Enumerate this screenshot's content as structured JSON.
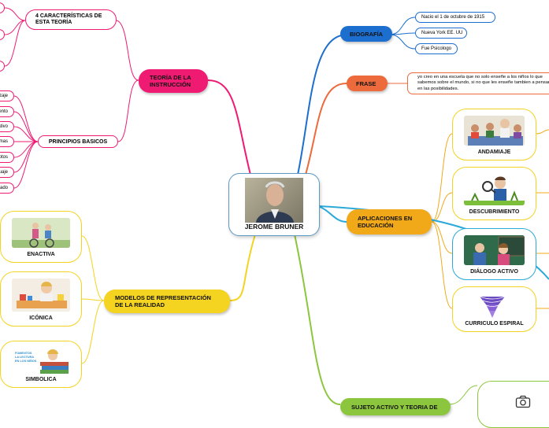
{
  "central": {
    "title": "JEROME BRUNER"
  },
  "biografia": {
    "label": "BIOGRAFÍA",
    "items": [
      "Nacio el 1 de octubre de 1915",
      "Nueva York EE. UU",
      "Fue Psicologo"
    ]
  },
  "frase": {
    "label": "FRASE",
    "text": "yo creo en una escuela que no solo enseñe a los niños lo que sabemos sobre el mundo, si no que les enseñe tambien a pensar en las posibilidades."
  },
  "aplicaciones": {
    "label": "APLICACIONES EN EDUCACIÓN",
    "cards": [
      "ANDAMIAJE",
      "DESCUBRIMIENTO",
      "DIÁLOGO ACTIVO",
      "CURRICULO ESPIRAL"
    ]
  },
  "sujeto": {
    "label": "SUJETO ACTIVO Y TEORIA DE"
  },
  "teoria": {
    "label": "TEORÍA DE LA INSTRUCCIÓN",
    "caracteristicas": "4 CARACTERÍSTICAS DE ESTA TEORÍA",
    "principios": "PRINCIPIOS BASICOS",
    "principios_items": [
      "izaje",
      "ento",
      "ativo",
      "mas",
      "ptos",
      "uaje",
      "cado"
    ]
  },
  "modelos": {
    "label": "MODELOS DE REPRESENTACIÓN DE LA REALIDAD",
    "cards": [
      "ENACTIVA",
      "ICÓNICA",
      "SIMBOLICA"
    ],
    "simbolica_text": [
      "FOMENTOS",
      "LA LECTURA",
      "EN LOS NIÑOS"
    ]
  },
  "colors": {
    "biografia": "#1d6fcf",
    "frase": "#ec6a3c",
    "aplicaciones": "#f1a91a",
    "teoria": "#ef1b73",
    "modelos": "#f4d321",
    "sujeto": "#8cc63f",
    "central_border": "#5d9ac4",
    "cyan": "#2ba9d9"
  },
  "icons": [
    "camera-icon"
  ]
}
